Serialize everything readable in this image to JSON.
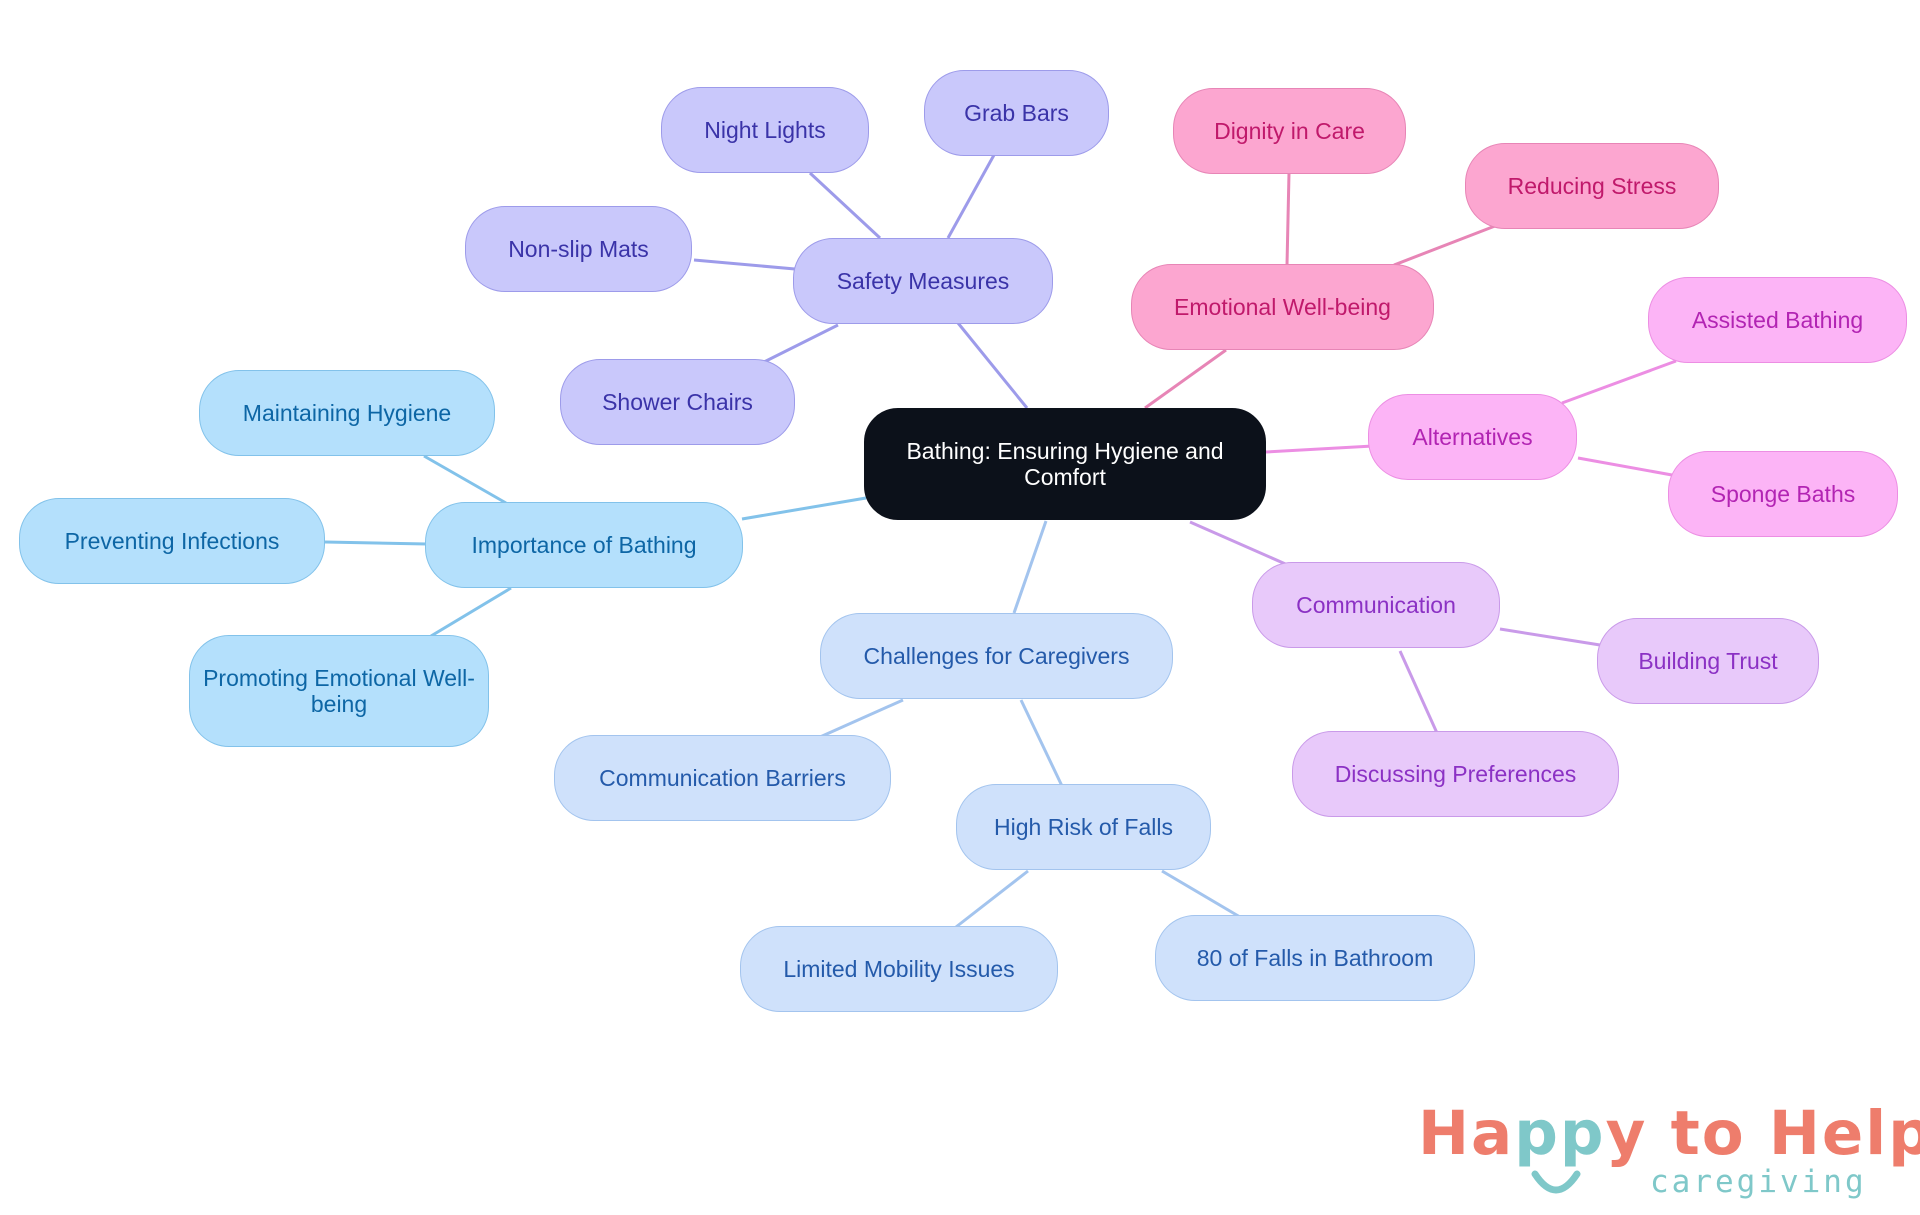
{
  "mindmap": {
    "root": "Bathing: Ensuring Hygiene and Comfort",
    "branches": {
      "safety": {
        "label": "Safety Measures",
        "color": "#9d9bea",
        "children": [
          "Night Lights",
          "Grab Bars",
          "Non-slip Mats",
          "Shower Chairs"
        ]
      },
      "emotional": {
        "label": "Emotional Well-being",
        "color": "#e785b6",
        "children": [
          "Dignity in Care",
          "Reducing Stress"
        ]
      },
      "alternatives": {
        "label": "Alternatives",
        "color": "#ec8ee3",
        "children": [
          "Assisted Bathing",
          "Sponge Baths"
        ]
      },
      "communication": {
        "label": "Communication",
        "color": "#c99ae9",
        "children": [
          "Building Trust",
          "Discussing Preferences"
        ]
      },
      "challenges": {
        "label": "Challenges for Caregivers",
        "color": "#a3c4ee",
        "children": [
          "Communication Barriers",
          "High Risk of Falls"
        ],
        "falls_children": [
          "Limited Mobility Issues",
          "80 of Falls in Bathroom"
        ]
      },
      "importance": {
        "label": "Importance of Bathing",
        "color": "#82c2ea",
        "children": [
          "Maintaining Hygiene",
          "Preventing Infections",
          "Promoting Emotional Well-being"
        ]
      }
    }
  },
  "logo": {
    "brand_part1": "Ha",
    "brand_part2": "pp",
    "brand_part3": "y to Help",
    "sub": "caregiving"
  }
}
